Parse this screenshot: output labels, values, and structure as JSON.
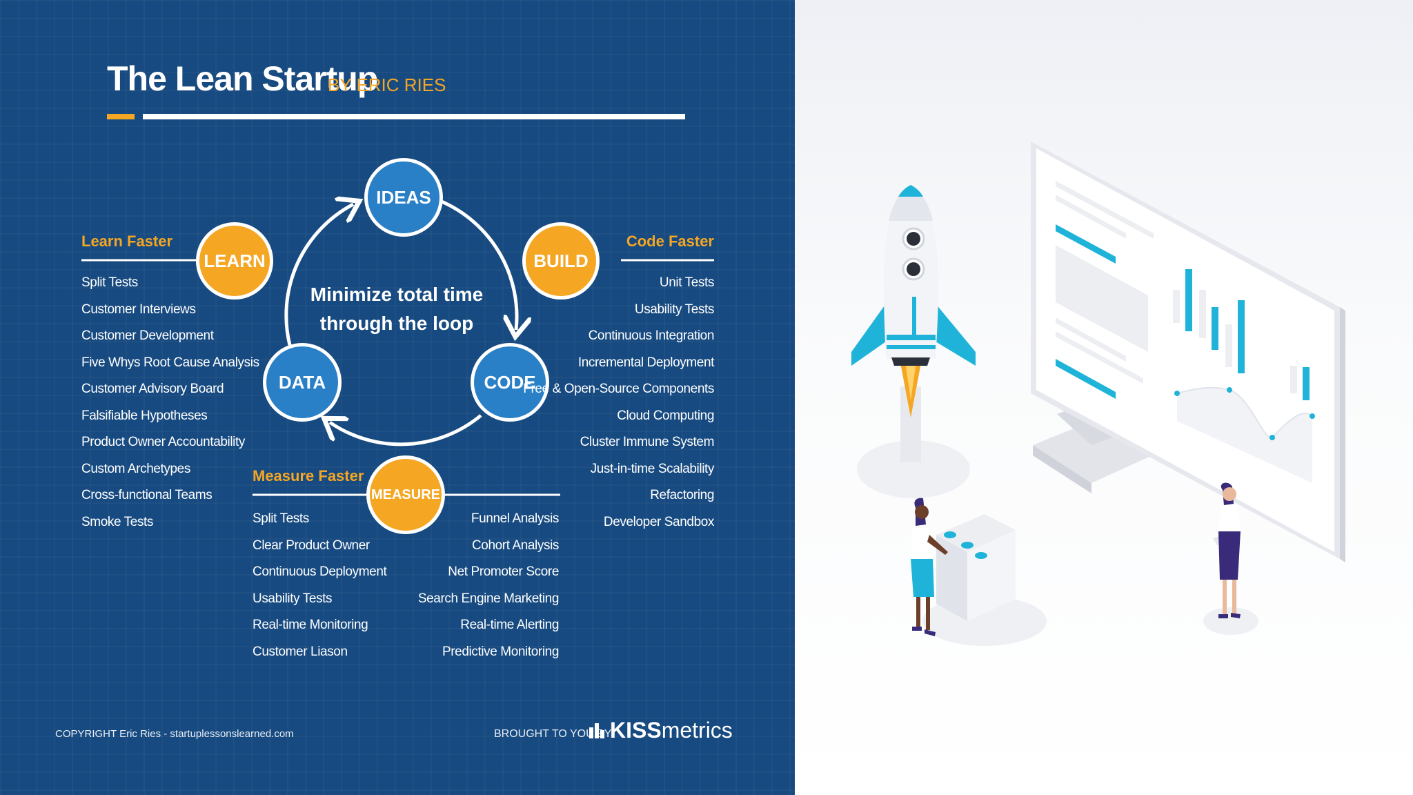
{
  "infographic": {
    "title": "The Lean Startup",
    "byline": "BY ERIC RIES",
    "loop": {
      "ideas": "IDEAS",
      "code": "CODE",
      "data": "DATA",
      "center_line1": "Minimize total time",
      "center_line2": "through the loop"
    },
    "learn": {
      "badge": "LEARN",
      "heading": "Learn Faster",
      "items": [
        "Split Tests",
        "Customer Interviews",
        "Customer Development",
        "Five Whys Root Cause Analysis",
        "Customer Advisory Board",
        "Falsifiable Hypotheses",
        "Product Owner Accountability",
        "Custom Archetypes",
        "Cross-functional Teams",
        "Smoke Tests"
      ]
    },
    "build": {
      "badge": "BUILD",
      "heading": "Code Faster",
      "items": [
        "Unit Tests",
        "Usability Tests",
        "Continuous Integration",
        "Incremental Deployment",
        "Free & Open-Source Components",
        "Cloud Computing",
        "Cluster Immune System",
        "Just-in-time Scalability",
        "Refactoring",
        "Developer Sandbox"
      ]
    },
    "measure": {
      "badge": "MEASURE",
      "heading": "Measure Faster",
      "items_left": [
        "Split Tests",
        "Clear Product Owner",
        "Continuous Deployment",
        "Usability Tests",
        "Real-time Monitoring",
        "Customer Liason"
      ],
      "items_right": [
        "Funnel Analysis",
        "Cohort Analysis",
        "Net Promoter Score",
        "Search Engine Marketing",
        "Real-time Alerting",
        "Predictive Monitoring"
      ]
    },
    "footer": {
      "copyright": "COPYRIGHT Eric Ries - startuplessonslearned.com",
      "brought": "BROUGHT TO YOU BY",
      "brand_bold": "KISS",
      "brand_light": "metrics"
    }
  },
  "colors": {
    "panel_blue": "#174a80",
    "circle_blue": "#2a80c7",
    "accent_orange": "#f5a623",
    "illustration_cyan": "#1fb3d9",
    "illustration_purple": "#3a2a7a"
  },
  "icons": [
    "rocket-illustration",
    "monitor-illustration",
    "bar-chart-icon",
    "line-chart-icon",
    "woman-figure-left",
    "woman-figure-right",
    "control-panel-icon",
    "kissmetrics-logo-icon"
  ]
}
